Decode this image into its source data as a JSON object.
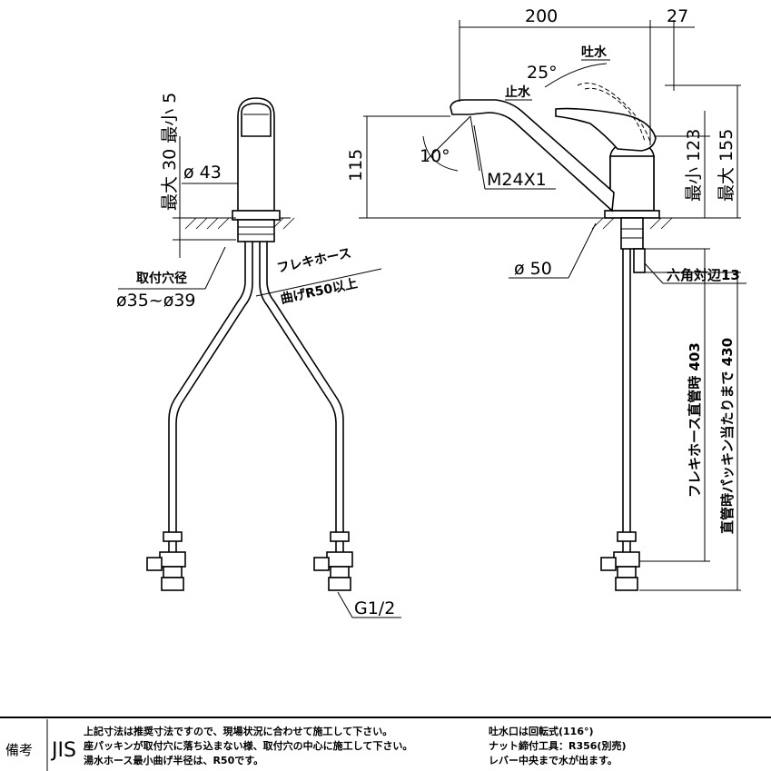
{
  "dimensions": {
    "spout_length": "200",
    "spout_offset": "27",
    "spout_rotation": "25°",
    "spout_tilt": "10°",
    "spout_height": "115",
    "min_height": "最小 123",
    "max_height": "最大 155",
    "thickness": "最大 30 最小 5",
    "body_diameter": "ø 43",
    "base_diameter": "ø 50",
    "nut_size": "六角対辺13",
    "hose_straight": "フレキホース直管時 403",
    "hose_to_packing": "直管時パッキン当たりまで 430"
  },
  "labels": {
    "water_out": "吐水",
    "water_stop": "止水",
    "thread": "M24X1",
    "hole_title": "取付穴径",
    "hole_range": "ø35~ø39",
    "flex_title": "フレキホース",
    "flex_bend": "曲げR50以上",
    "connector": "G1/2"
  },
  "footer": {
    "bikou": "備考",
    "jis": "JIS",
    "notes_left": [
      "上記寸法は推奨寸法ですので、現場状況に合わせて施工して下さい。",
      "座パッキンが取付穴に落ち込まない様、取付穴の中心に施工して下さい。",
      "湯水ホース最小曲げ半径は、R50です。"
    ],
    "notes_right": [
      "吐水口は回転式(116°)",
      "ナット締付工具：R356(別売)",
      "レバー中央まで水が出ます。"
    ]
  }
}
